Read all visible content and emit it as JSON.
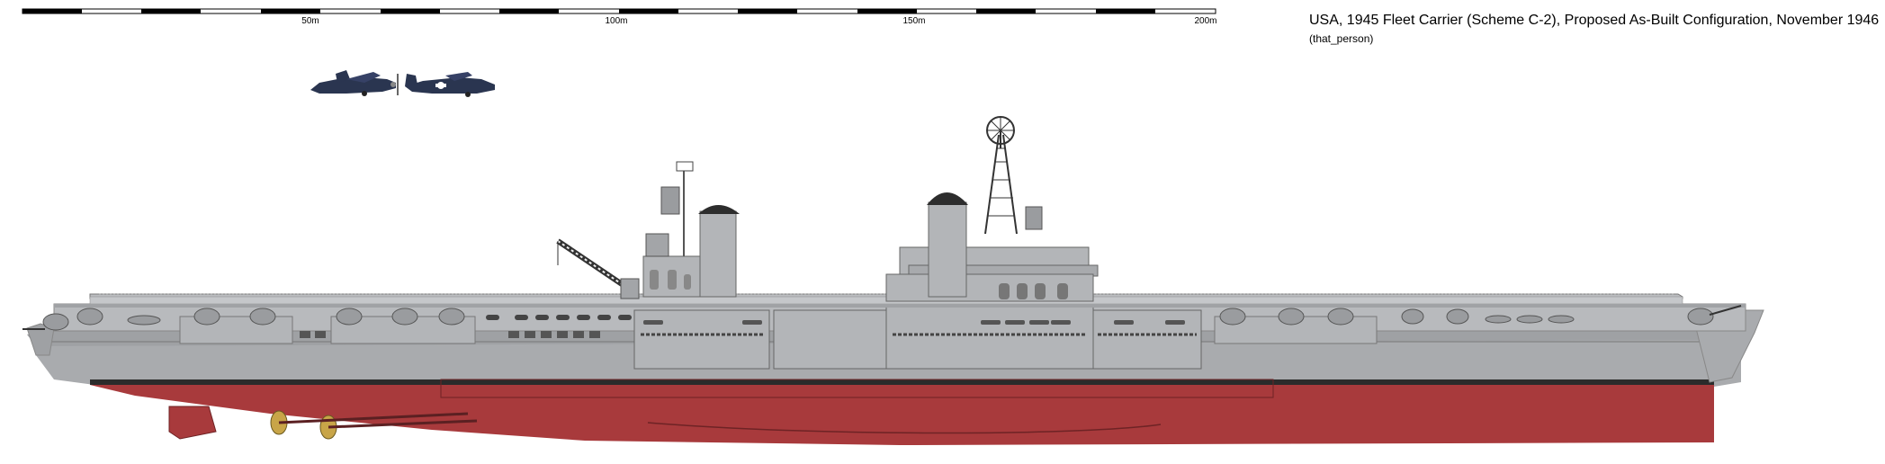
{
  "header": {
    "title": "USA, 1945 Fleet Carrier (Scheme C-2), Proposed As-Built Configuration, November 1946",
    "author": "(that_person)"
  },
  "scale": {
    "labels": [
      "50m",
      "100m",
      "150m",
      "200m"
    ]
  },
  "colors": {
    "hull_grey": "#a9abae",
    "deck_grey": "#bcbec1",
    "superstructure": "#b3b5b8",
    "boot_top": "#2b2b2b",
    "antifouling_red": "#a83a3c",
    "aircraft_blue": "#2a3550",
    "funnel_cap": "#2d2d2d",
    "propeller": "#c8a548"
  },
  "icons": {
    "aircraft_1": "fighter-aircraft-icon",
    "aircraft_2": "fighter-aircraft-icon",
    "radar": "radar-dish-icon",
    "crane": "crane-icon"
  }
}
